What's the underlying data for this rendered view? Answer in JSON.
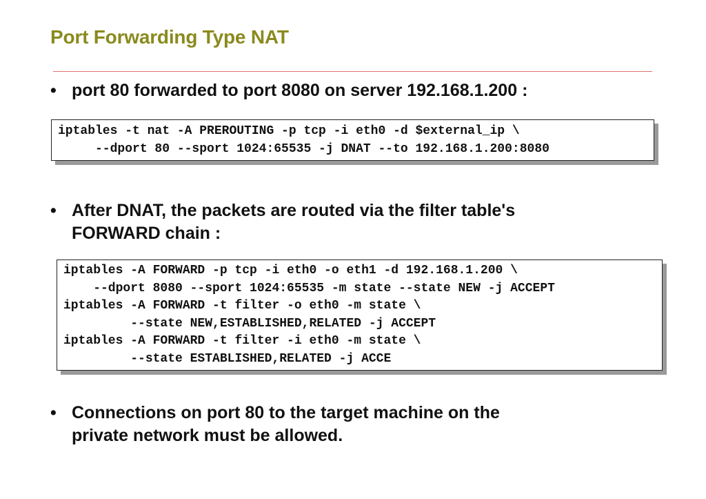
{
  "slide": {
    "title": "Port Forwarding Type NAT",
    "bullet_glyph": "•",
    "bullets": [
      {
        "lines": [
          "port 80 forwarded to port 8080 on server 192.168.1.200 :"
        ]
      },
      {
        "lines": [
          "After DNAT, the packets are routed via the filter table's",
          "FORWARD chain :"
        ]
      },
      {
        "lines": [
          "Connections on port 80 to the target machine on the",
          "private network must be allowed."
        ]
      }
    ],
    "code_blocks": [
      {
        "lines": [
          "iptables -t nat -A PREROUTING -p tcp -i eth0 -d $external_ip \\",
          "     --dport 80 --sport 1024:65535 -j DNAT --to 192.168.1.200:8080"
        ]
      },
      {
        "lines": [
          "iptables -A FORWARD -p tcp -i eth0 -o eth1 -d 192.168.1.200 \\",
          "    --dport 8080 --sport 1024:65535 -m state --state NEW -j ACCEPT",
          "iptables -A FORWARD -t filter -o eth0 -m state \\",
          "         --state NEW,ESTABLISHED,RELATED -j ACCEPT",
          "iptables -A FORWARD -t filter -i eth0 -m state \\",
          "         --state ESTABLISHED,RELATED -j ACCE"
        ]
      }
    ],
    "colors": {
      "title": "#8a8a1e",
      "rule": "#e07070",
      "text": "#111111",
      "code_shadow": "#9a9a9a"
    }
  }
}
